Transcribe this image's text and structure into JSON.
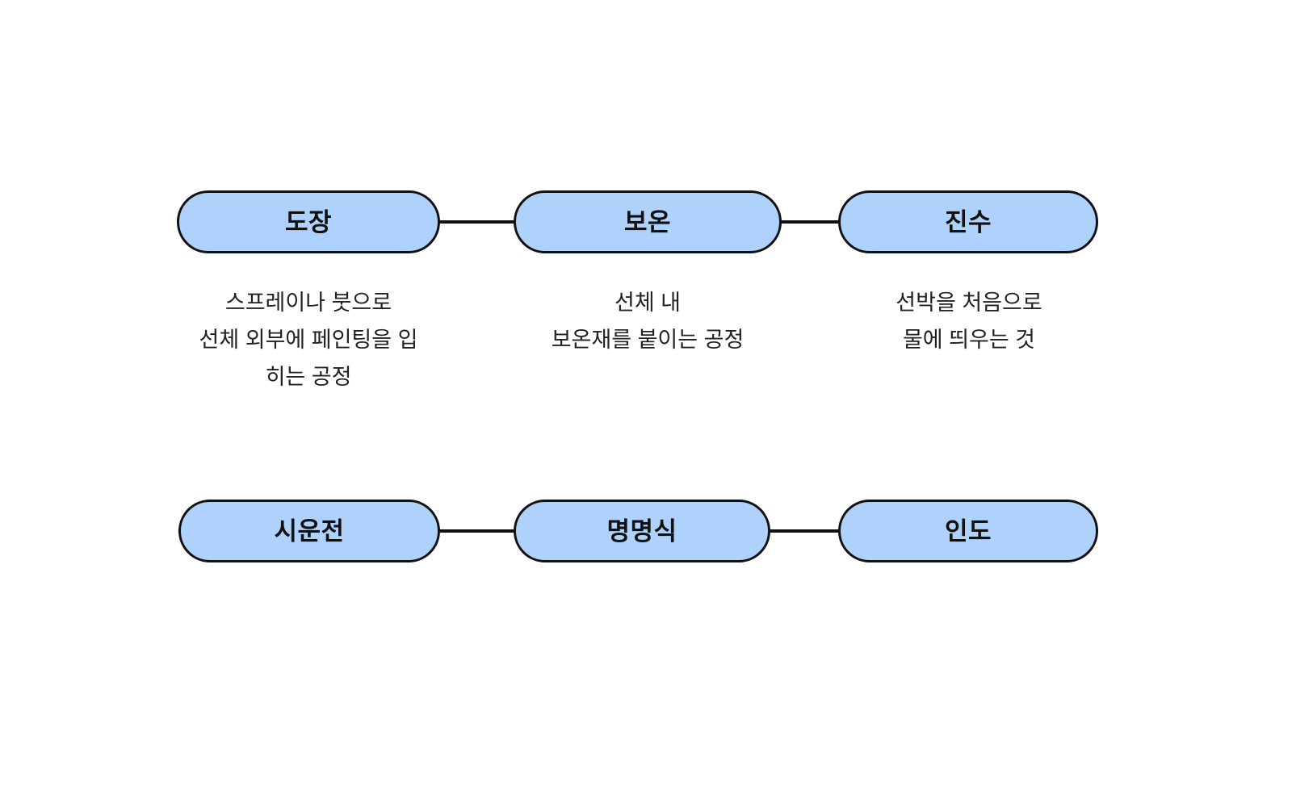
{
  "diagram": {
    "type": "flowchart",
    "title": "",
    "background_color": "#ffffff",
    "node_fill_color": "#aed2fb",
    "node_border_color": "#111111",
    "connector_color": "#111111",
    "rows": [
      {
        "name": "top-row",
        "nodes": [
          {
            "id": "dojang",
            "label": "도장",
            "caption": "스프레이나 붓으로\n선체 외부에 페인팅을 입\n히는 공정"
          },
          {
            "id": "boon",
            "label": "보온",
            "caption": "선체 내\n보온재를 붙이는 공정"
          },
          {
            "id": "jinsu",
            "label": "진수",
            "caption": "선박을 처음으로\n물에 띄우는 것"
          }
        ]
      },
      {
        "name": "bottom-row",
        "nodes": [
          {
            "id": "siunjeon",
            "label": "시운전",
            "caption": ""
          },
          {
            "id": "myeong",
            "label": "명명식",
            "caption": ""
          },
          {
            "id": "indo",
            "label": "인도",
            "caption": ""
          }
        ]
      }
    ],
    "connections": [
      {
        "from": "도장",
        "to": "보온"
      },
      {
        "from": "보온",
        "to": "진수"
      },
      {
        "from": "시운전",
        "to": "명명식"
      },
      {
        "from": "명명식",
        "to": "인도"
      }
    ]
  }
}
